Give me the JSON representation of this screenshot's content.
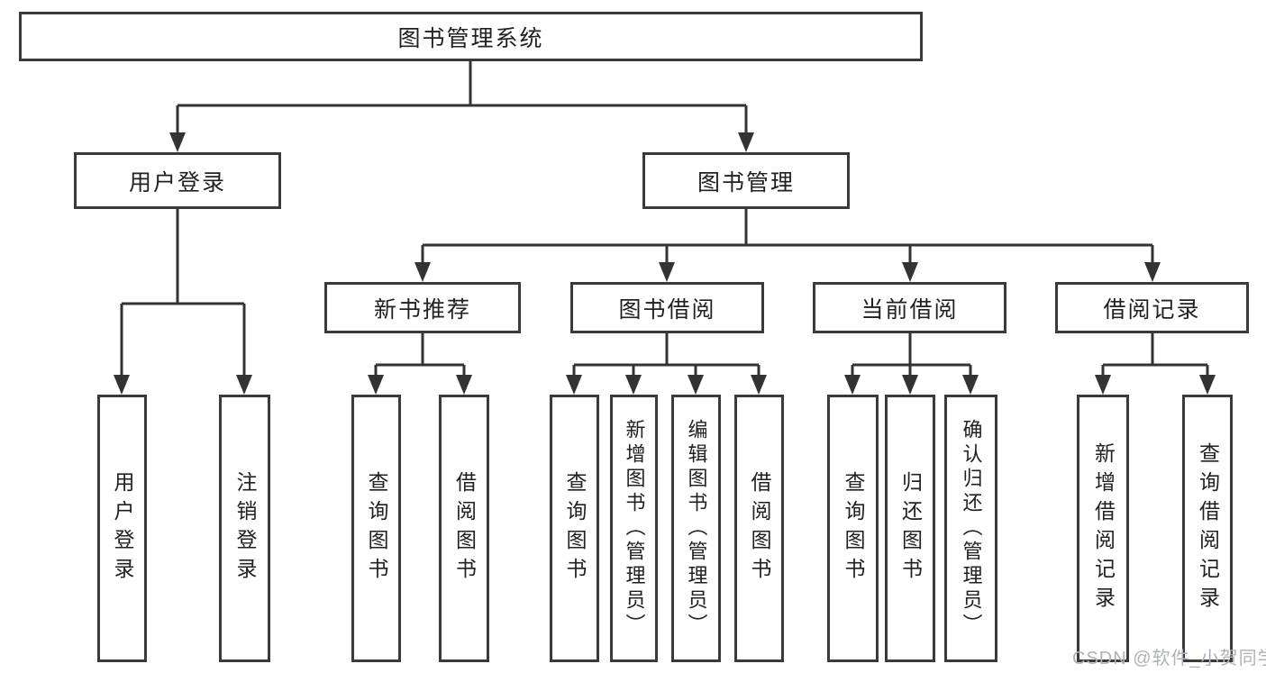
{
  "tree": {
    "root": {
      "label": "图书管理系统",
      "children": [
        {
          "label": "用户登录",
          "children": [
            {
              "label": "用户登录"
            },
            {
              "label": "注销登录"
            }
          ]
        },
        {
          "label": "图书管理",
          "children": [
            {
              "label": "新书推荐",
              "children": [
                {
                  "label": "查询图书"
                },
                {
                  "label": "借阅图书"
                }
              ]
            },
            {
              "label": "图书借阅",
              "children": [
                {
                  "label": "查询图书"
                },
                {
                  "label": "新增图书（管理员）"
                },
                {
                  "label": "编辑图书（管理员）"
                },
                {
                  "label": "借阅图书"
                }
              ]
            },
            {
              "label": "当前借阅",
              "children": [
                {
                  "label": "查询图书"
                },
                {
                  "label": "归还图书"
                },
                {
                  "label": "确认归还（管理员）"
                }
              ]
            },
            {
              "label": "借阅记录",
              "children": [
                {
                  "label": "新增借阅记录"
                },
                {
                  "label": "查询借阅记录"
                }
              ]
            }
          ]
        }
      ]
    }
  },
  "watermark": "CSDN @软件_小贺同学",
  "colors": {
    "line": "#333333",
    "box_border": "#3a3a3a",
    "text": "#212121",
    "watermark": "#aeb1b8",
    "background": "#ffffff"
  }
}
